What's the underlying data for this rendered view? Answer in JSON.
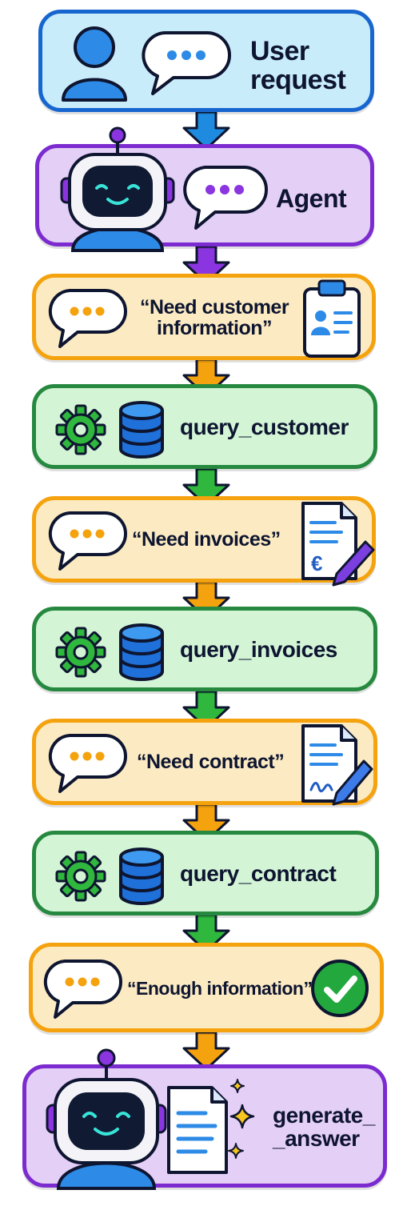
{
  "steps": [
    {
      "id": "user",
      "label": "User\nrequest",
      "style": "blue"
    },
    {
      "id": "agent",
      "label": "Agent",
      "style": "purple"
    },
    {
      "id": "thought1",
      "label": "“Need customer\ninformation”",
      "style": "orange"
    },
    {
      "id": "tool1",
      "label": "query_customer",
      "style": "green"
    },
    {
      "id": "thought2",
      "label": "“Need invoices”",
      "style": "orange"
    },
    {
      "id": "tool2",
      "label": "query_invoices",
      "style": "green"
    },
    {
      "id": "thought3",
      "label": "“Need contract”",
      "style": "orange"
    },
    {
      "id": "tool3",
      "label": "query_contract",
      "style": "green"
    },
    {
      "id": "thought4",
      "label": "“Enough information”",
      "style": "orange"
    },
    {
      "id": "final",
      "label": "generate_\n_answer",
      "style": "purple"
    }
  ],
  "colors": {
    "blue": "#1766cf",
    "purple": "#7b2bcf",
    "orange": "#f5a20f",
    "green": "#26893f",
    "check": "#22a83c"
  },
  "icons": [
    "user-icon",
    "chat-bubble-icon",
    "robot-icon",
    "clipboard-id-icon",
    "gear-icon",
    "database-icon",
    "invoice-euro-icon",
    "contract-signature-icon",
    "checkmark-icon",
    "document-sparkle-icon"
  ]
}
